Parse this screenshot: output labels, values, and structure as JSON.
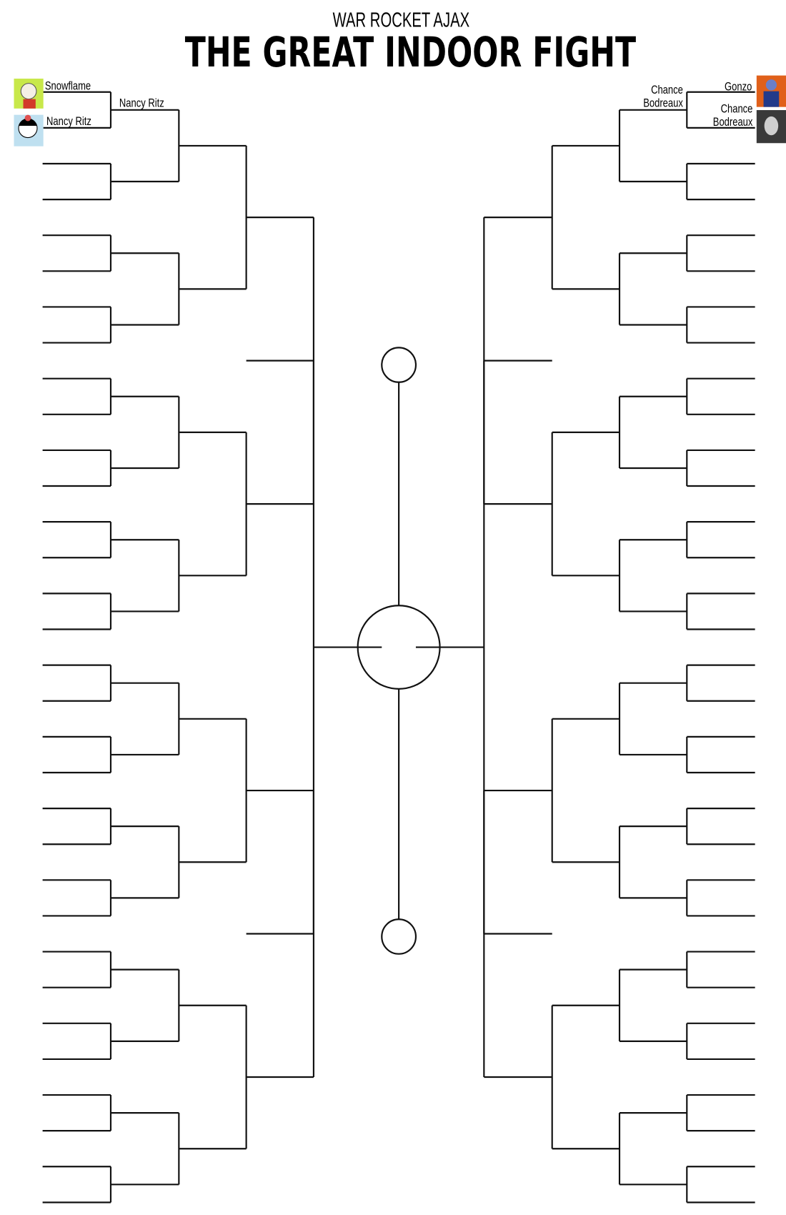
{
  "header": {
    "subtitle": "WAR ROCKET AJAX",
    "title": "THE GREAT INDOOR FIGHT"
  },
  "left": {
    "round1": [
      {
        "name": "Snowflame",
        "avatar": "snowflame-avatar"
      },
      {
        "name": "Nancy Ritz",
        "avatar": "nancy-ritz-avatar"
      }
    ],
    "round2": [
      "Nancy Ritz"
    ]
  },
  "right": {
    "round1": [
      {
        "name": "Gonzo",
        "avatar": "gonzo-avatar"
      },
      {
        "name_line1": "Chance",
        "name_line2": "Bodreaux",
        "avatar": "chance-bodreaux-avatar"
      }
    ],
    "round2": [
      {
        "line1": "Chance",
        "line2": "Bodreaux"
      }
    ]
  },
  "bracket": {
    "entrants_per_side": 32,
    "line_color": "#111111"
  }
}
